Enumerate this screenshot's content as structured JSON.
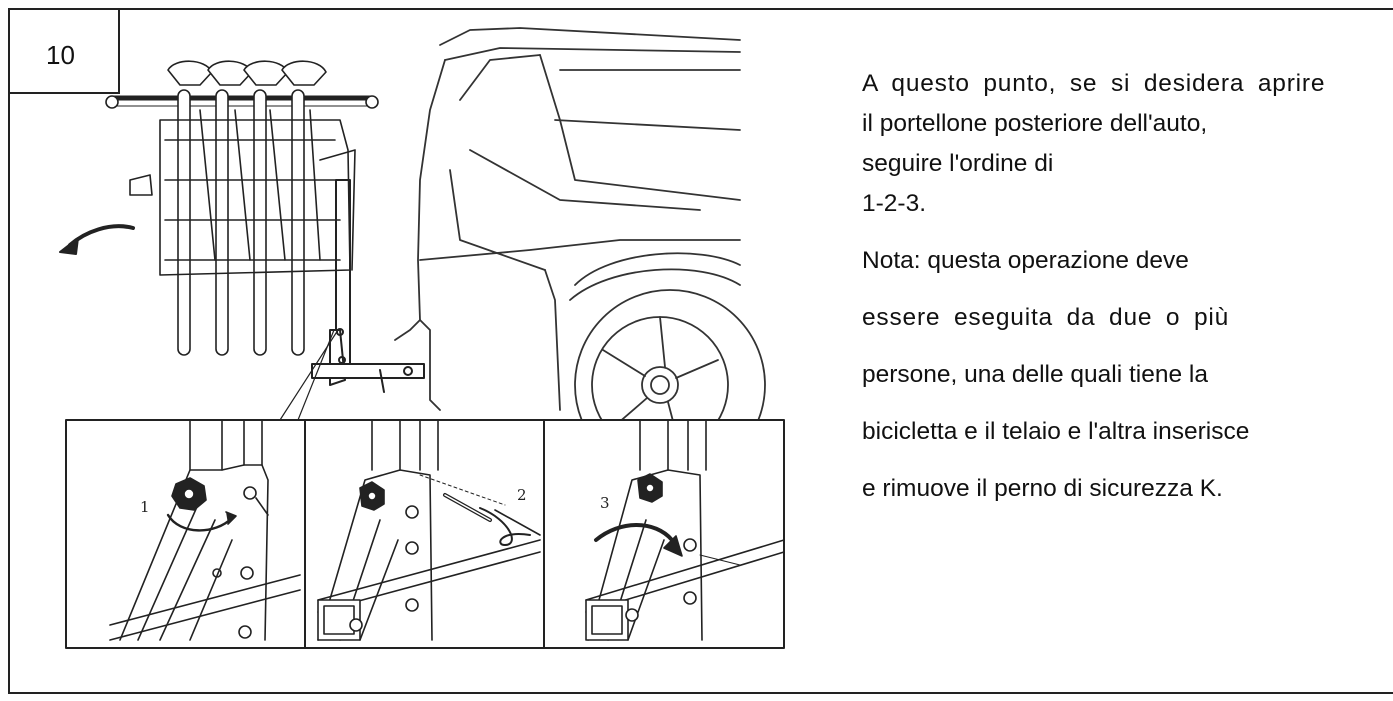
{
  "step": {
    "number": "10"
  },
  "instructions": {
    "line1": "A questo punto, se si desidera aprire",
    "line2": "il portellone posteriore dell'auto,",
    "line3": "seguire l'ordine di",
    "line4": "1-2-3.",
    "note1": "Nota: questa operazione deve",
    "note2": "essere eseguita da due o più",
    "note3": "persone, una delle quali tiene la",
    "note4": "bicicletta e il telaio e l'altra inserisce",
    "note5": "e rimuove il perno di sicurezza K."
  },
  "detail_panels": {
    "labels": [
      "1",
      "2",
      "3"
    ]
  }
}
